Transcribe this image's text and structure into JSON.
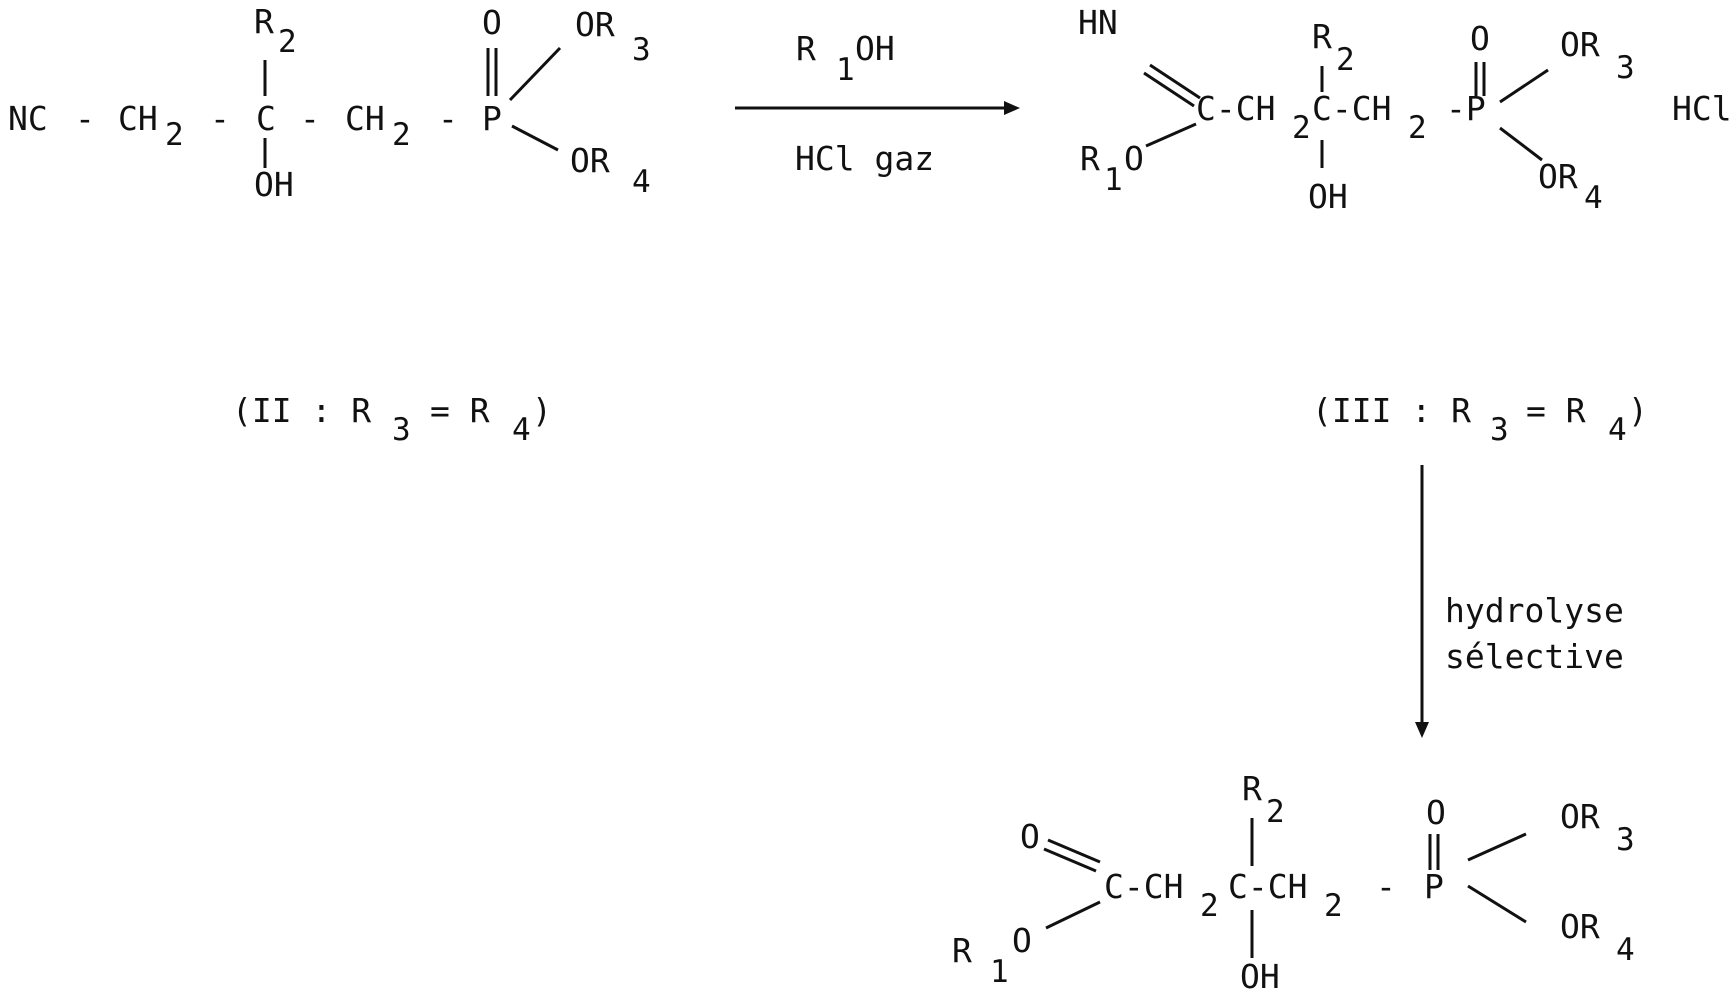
{
  "scheme": {
    "compound_II": {
      "nc": "NC",
      "ch2": "CH",
      "c": "C",
      "p": "P",
      "oh": "OH",
      "r": "R",
      "o": "O",
      "or": "OR",
      "sub2": "2",
      "sub3": "3",
      "sub4": "4",
      "dash": "-",
      "label_open": "(II : R",
      "label_eq": "= R",
      "label_close": ")"
    },
    "reaction_1": {
      "reagent_r": "R",
      "reagent_sub": "1",
      "reagent_oh": "OH",
      "condition": "HCl gaz"
    },
    "compound_III": {
      "hn": "HN",
      "chain": "C-CH",
      "c": "C-CH",
      "p": "-P",
      "oh": "OH",
      "r": "R",
      "o": "O",
      "or": "OR",
      "hcl": "HCl",
      "sub1": "1",
      "sub2": "2",
      "sub3": "3",
      "sub4": "4",
      "label_open": "(III : R",
      "label_eq": "= R",
      "label_close": ")"
    },
    "reaction_2": {
      "line1": "hydrolyse",
      "line2": "sélective"
    },
    "product": {
      "o": "O",
      "chain": "C-CH",
      "c": "C-CH",
      "p": "P",
      "dash": "-",
      "oh": "OH",
      "r": "R",
      "or": "OR",
      "sub1": "1",
      "sub2": "2",
      "sub3": "3",
      "sub4": "4"
    }
  }
}
